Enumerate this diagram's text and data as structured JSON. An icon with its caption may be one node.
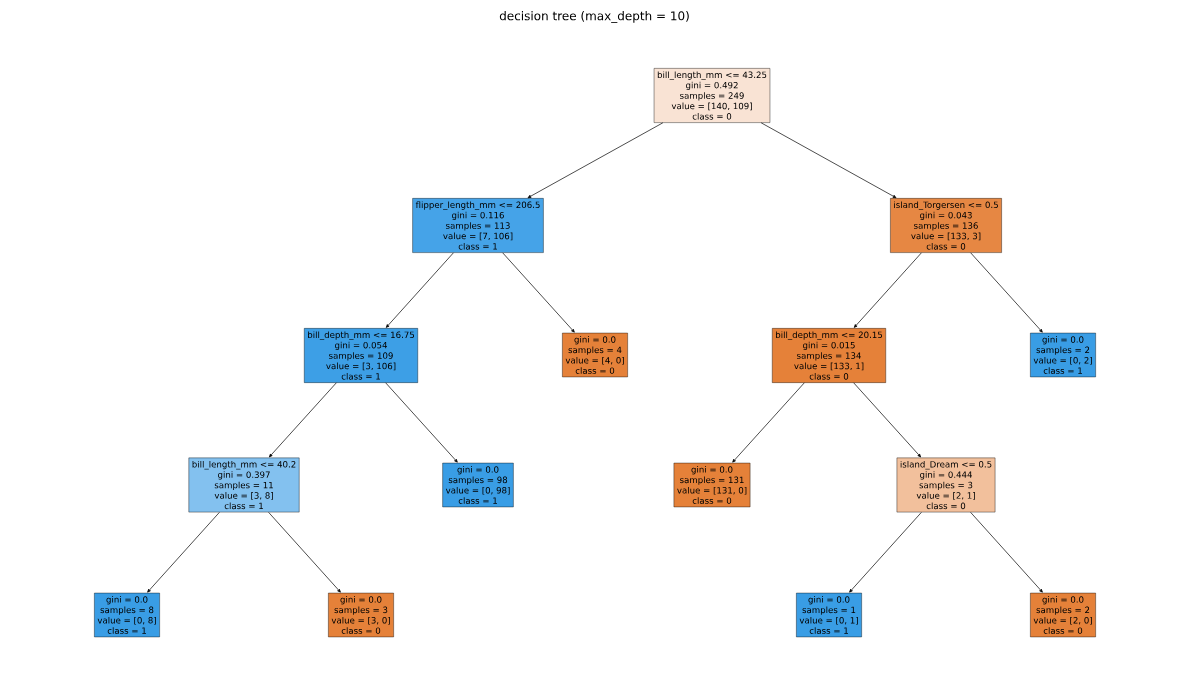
{
  "diagram": {
    "title": "decision tree (max_depth = 10)",
    "nodes": [
      {
        "text": [
          "bill_length_mm <= 43.25",
          "gini = 0.492",
          "samples = 249",
          "value = [140, 109]",
          "class = 0"
        ]
      },
      {
        "text": [
          "flipper_length_mm <= 206.5",
          "gini = 0.116",
          "samples = 113",
          "value = [7, 106]",
          "class = 1"
        ]
      },
      {
        "text": [
          "island_Torgersen <= 0.5",
          "gini = 0.043",
          "samples = 136",
          "value = [133, 3]",
          "class = 0"
        ]
      },
      {
        "text": [
          "bill_depth_mm <= 16.75",
          "gini = 0.054",
          "samples = 109",
          "value = [3, 106]",
          "class = 1"
        ]
      },
      {
        "text": [
          "gini = 0.0",
          "samples = 4",
          "value = [4, 0]",
          "class = 0"
        ]
      },
      {
        "text": [
          "bill_depth_mm <= 20.15",
          "gini = 0.015",
          "samples = 134",
          "value = [133, 1]",
          "class = 0"
        ]
      },
      {
        "text": [
          "gini = 0.0",
          "samples = 2",
          "value = [0, 2]",
          "class = 1"
        ]
      },
      {
        "text": [
          "bill_length_mm <= 40.2",
          "gini = 0.397",
          "samples = 11",
          "value = [3, 8]",
          "class = 1"
        ]
      },
      {
        "text": [
          "gini = 0.0",
          "samples = 98",
          "value = [0, 98]",
          "class = 1"
        ]
      },
      {
        "text": [
          "gini = 0.0",
          "samples = 131",
          "value = [131, 0]",
          "class = 0"
        ]
      },
      {
        "text": [
          "island_Dream <= 0.5",
          "gini = 0.444",
          "samples = 3",
          "value = [2, 1]",
          "class = 0"
        ]
      },
      {
        "text": [
          "gini = 0.0",
          "samples = 8",
          "value = [0, 8]",
          "class = 1"
        ]
      },
      {
        "text": [
          "gini = 0.0",
          "samples = 3",
          "value = [3, 0]",
          "class = 0"
        ]
      },
      {
        "text": [
          "gini = 0.0",
          "samples = 1",
          "value = [0, 1]",
          "class = 1"
        ]
      },
      {
        "text": [
          "gini = 0.0",
          "samples = 2",
          "value = [2, 0]",
          "class = 0"
        ]
      }
    ],
    "edges": [
      {
        "from": 0,
        "to": 1,
        "arrow": "to"
      },
      {
        "from": 0,
        "to": 2,
        "arrow": "to"
      },
      {
        "from": 1,
        "to": 3,
        "arrow": "to"
      },
      {
        "from": 1,
        "to": 4,
        "arrow": "to"
      },
      {
        "from": 2,
        "to": 5,
        "arrow": "to"
      },
      {
        "from": 2,
        "to": 6,
        "arrow": "to"
      },
      {
        "from": 3,
        "to": 7,
        "arrow": "to"
      },
      {
        "from": 3,
        "to": 8,
        "arrow": "to"
      },
      {
        "from": 5,
        "to": 9,
        "arrow": "to"
      },
      {
        "from": 5,
        "to": 10,
        "arrow": "to"
      },
      {
        "from": 7,
        "to": 11,
        "arrow": "to"
      },
      {
        "from": 7,
        "to": 12,
        "arrow": "to"
      },
      {
        "from": 10,
        "to": 13,
        "arrow": "to"
      },
      {
        "from": 10,
        "to": 14,
        "arrow": "to"
      }
    ]
  }
}
